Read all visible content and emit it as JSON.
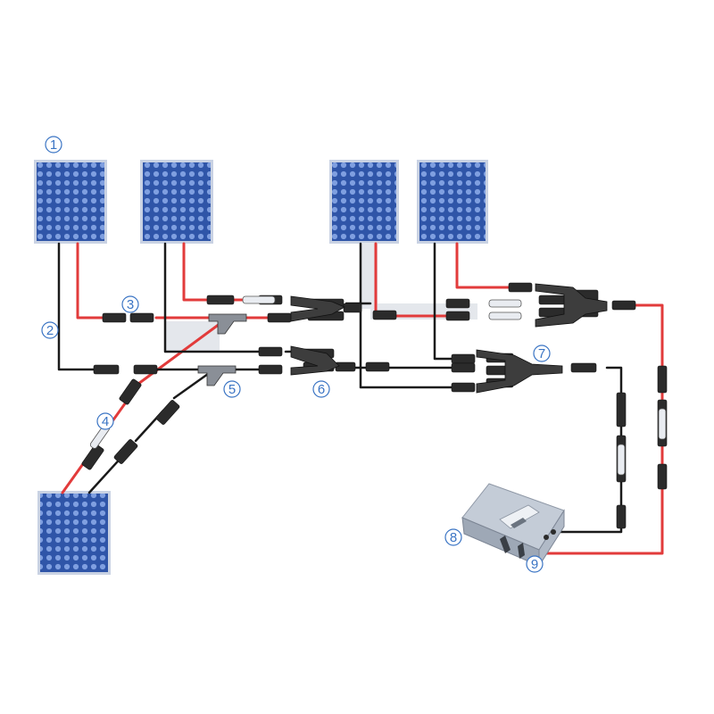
{
  "labels": {
    "l1": "1",
    "l2": "2",
    "l3": "3",
    "l4": "4",
    "l5": "5",
    "l6": "6",
    "l7": "7",
    "l8": "8",
    "l9": "9"
  },
  "colors": {
    "red_wire": "#e23b3b",
    "black_wire": "#1a1a1a",
    "panel_fill": "#3a62b8",
    "panel_frame": "#b8c3d8",
    "label_blue": "#3a74c4",
    "inverter_body": "#d7dde6"
  }
}
